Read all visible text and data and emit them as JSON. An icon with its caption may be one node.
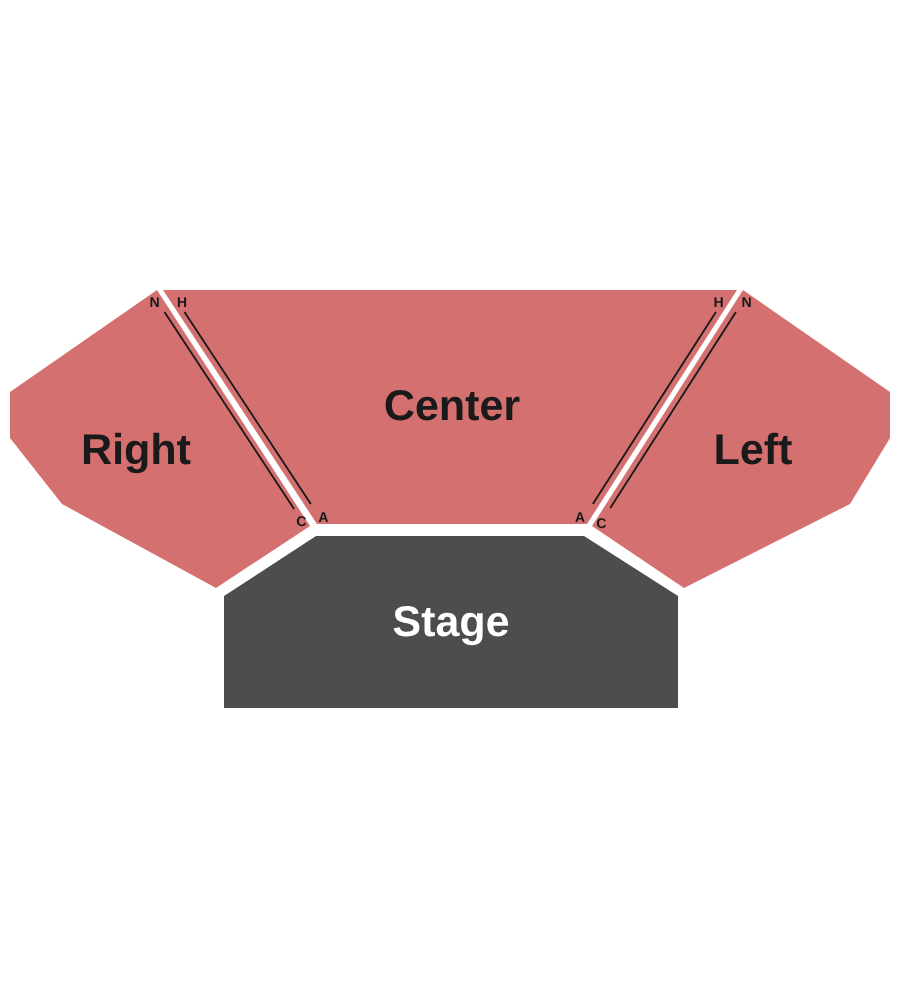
{
  "diagram": {
    "nodes": [
      {
        "text": [
          "Center"
        ]
      },
      {
        "text": [
          "Right"
        ]
      },
      {
        "text": [
          "Left"
        ]
      },
      {
        "text": [
          "Stage"
        ]
      }
    ],
    "labels": [
      "N",
      "H",
      "H",
      "N",
      "C",
      "A",
      "A",
      "C"
    ]
  }
}
